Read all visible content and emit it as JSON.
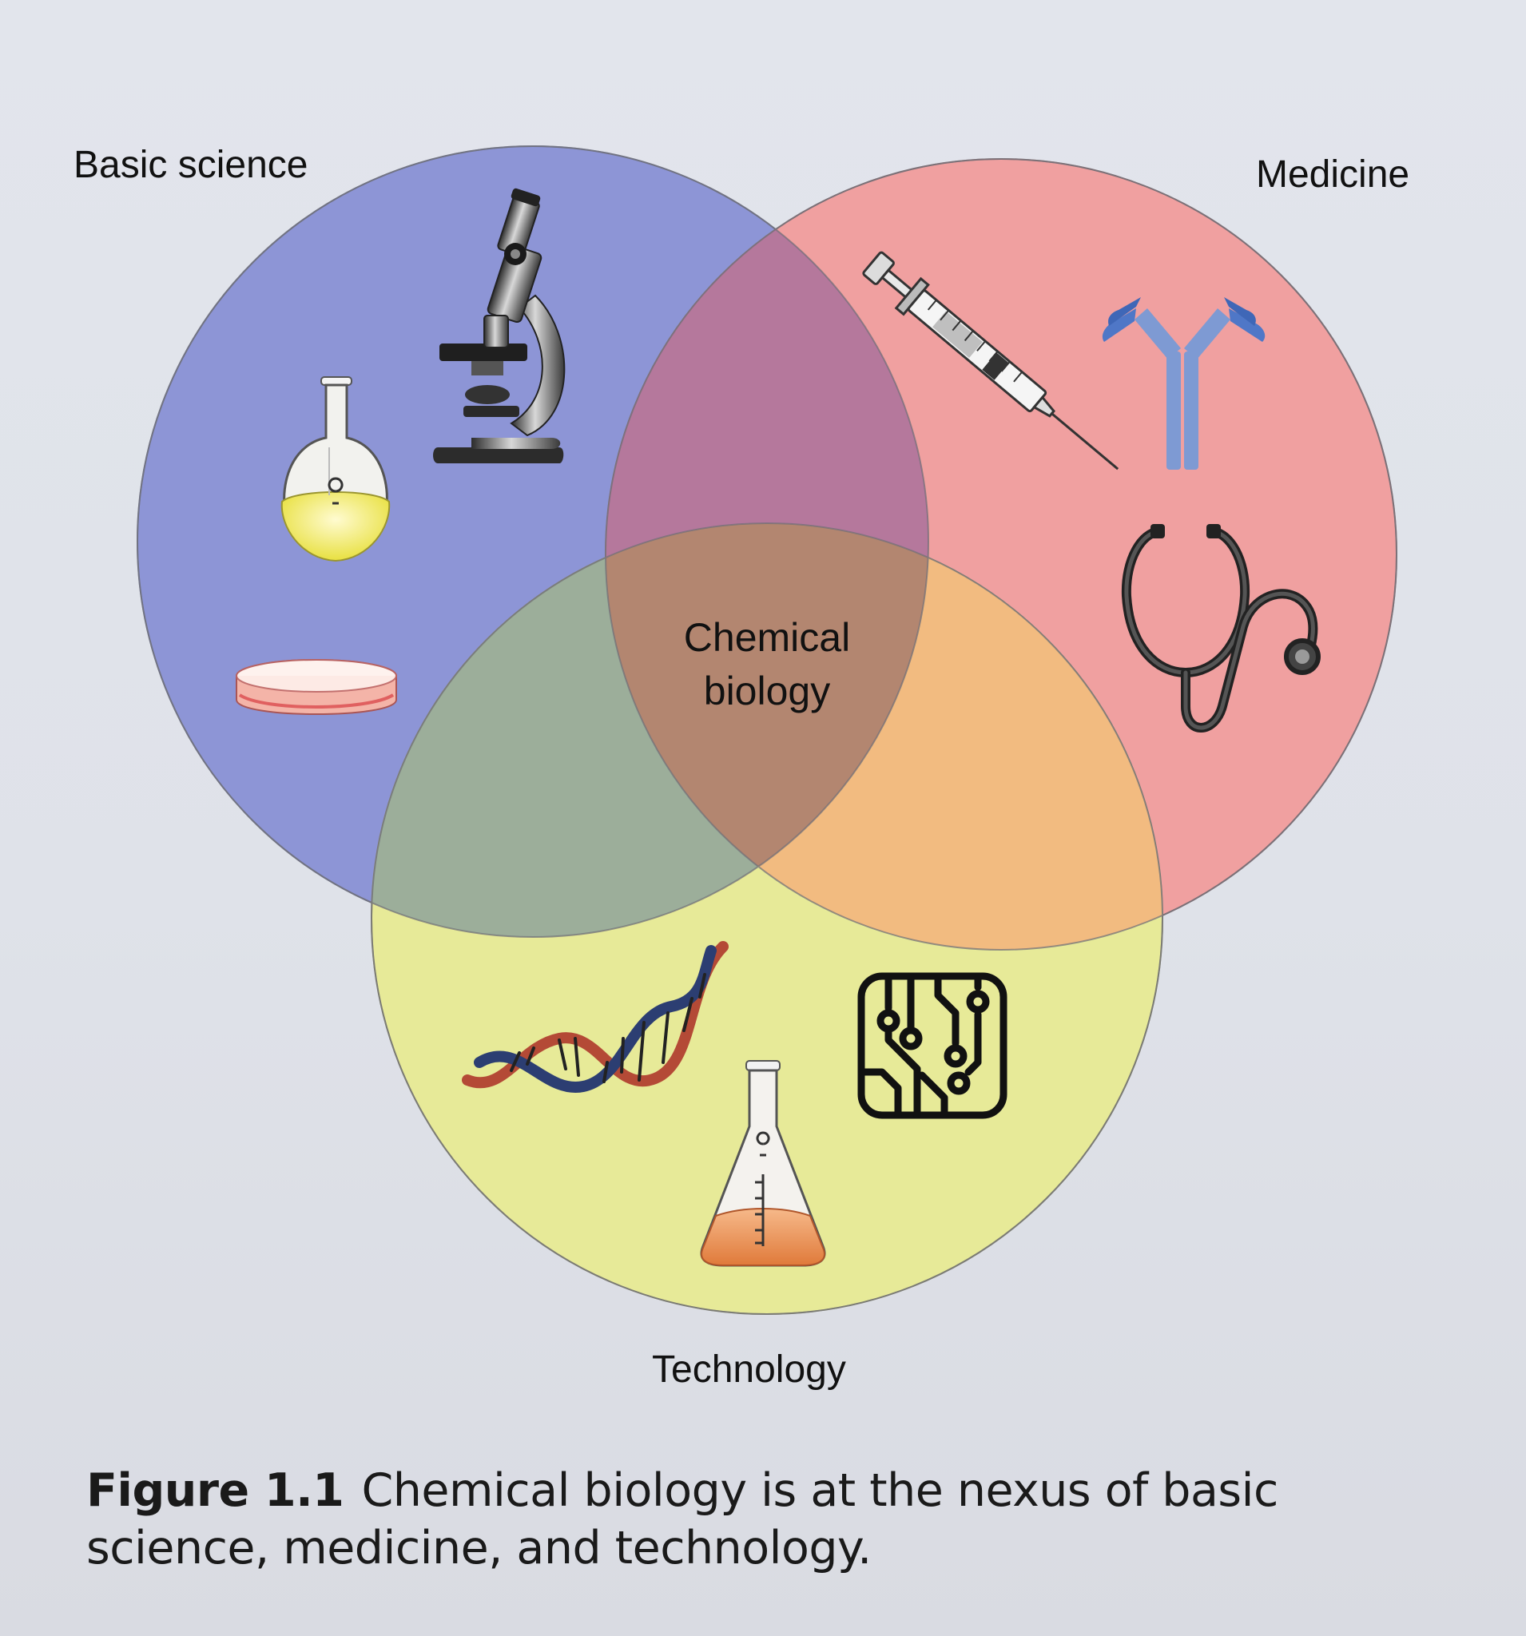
{
  "diagram": {
    "labels": {
      "basic_science": "Basic science",
      "medicine": "Medicine",
      "technology": "Technology",
      "center_line1": "Chemical",
      "center_line2": "biology"
    },
    "colors": {
      "basic_science": "#8d95d6",
      "medicine": "#f0a0a0",
      "technology": "#e7ea98",
      "overlap_bs_med": "#b5789c",
      "overlap_bs_tech": "#9cae9a",
      "overlap_med_tech": "#f2bb80",
      "overlap_center": "#b38670"
    },
    "icons": {
      "basic_science": [
        "round-bottom-flask-icon",
        "microscope-icon",
        "petri-dish-icon"
      ],
      "medicine": [
        "syringe-icon",
        "antibody-icon",
        "stethoscope-icon"
      ],
      "technology": [
        "dna-helix-icon",
        "erlenmeyer-flask-icon",
        "circuit-chip-icon"
      ]
    }
  },
  "caption": {
    "label": "Figure 1.1",
    "text": "Chemical biology is at the nexus of basic science, medicine, and technology."
  }
}
